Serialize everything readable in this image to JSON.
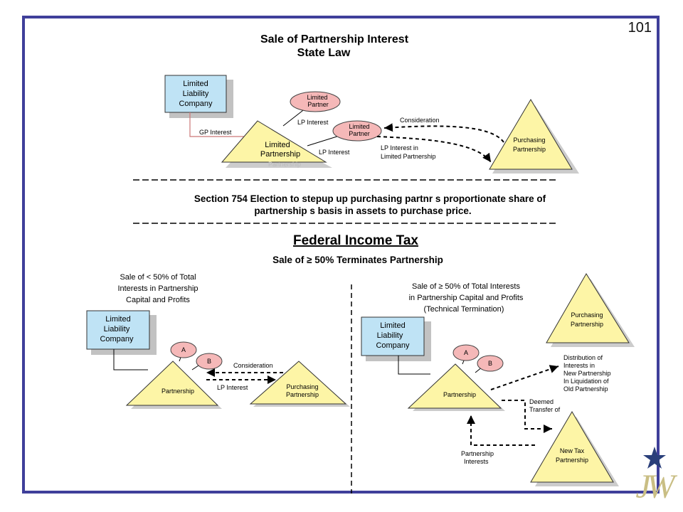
{
  "page_number": "101",
  "top": {
    "title": "Sale of Partnership Interest",
    "subtitle": "State Law",
    "llc": [
      "Limited",
      "Liability",
      "Company"
    ],
    "limited_partnership": [
      "Limited",
      "Partnership"
    ],
    "partner_1": [
      "Limited",
      "Partner"
    ],
    "partner_2": [
      "Limited",
      "Partner"
    ],
    "purchasing": [
      "Purchasing",
      "Partnership"
    ],
    "gp_interest": "GP Interest",
    "lp_interest_1": "LP Interest",
    "lp_interest_2": "LP Interest",
    "consideration": "Consideration",
    "lp_interest_in": [
      "LP Interest in",
      "Limited Partnership"
    ],
    "ghost_label": "Partnership"
  },
  "section754": {
    "line1": "Section 754 Election to stepup up purchasing partnr  s proportionate share of",
    "line2": "partnership s basis in assets to purchase price."
  },
  "federal": {
    "heading": "Federal Income Tax",
    "subheading": "Sale of ≥ 50% Terminates Partnership"
  },
  "left": {
    "caption": [
      "Sale of < 50% of Total",
      "Interests in Partnership",
      "Capital and Profits"
    ],
    "llc": [
      "Limited",
      "Liability",
      "Company"
    ],
    "partner_a": "A",
    "partner_b": "B",
    "partnership": "Partnership",
    "purchasing": [
      "Purchasing",
      "Partnership"
    ],
    "consideration": "Consideration",
    "lp_interest": "LP Interest"
  },
  "right": {
    "caption": [
      "Sale of ≥ 50% of Total Interests",
      "in Partnership Capital and Profits",
      "(Technical Termination)"
    ],
    "llc": [
      "Limited",
      "Liability",
      "Company"
    ],
    "partner_a": "A",
    "partner_b": "B",
    "partnership": "Partnership",
    "purchasing": [
      "Purchasing",
      "Partnership"
    ],
    "new_tax": [
      "New Tax",
      "Partnership"
    ],
    "distribution": [
      "Distribution of",
      "Interests in",
      "New Partnership",
      "In Liquidation of",
      "Old Partnership"
    ],
    "deemed": [
      "Deemed",
      "Transfer of"
    ],
    "partnership_interests": [
      "Partnership",
      "Interests"
    ]
  },
  "logo": {
    "text": "JW"
  }
}
